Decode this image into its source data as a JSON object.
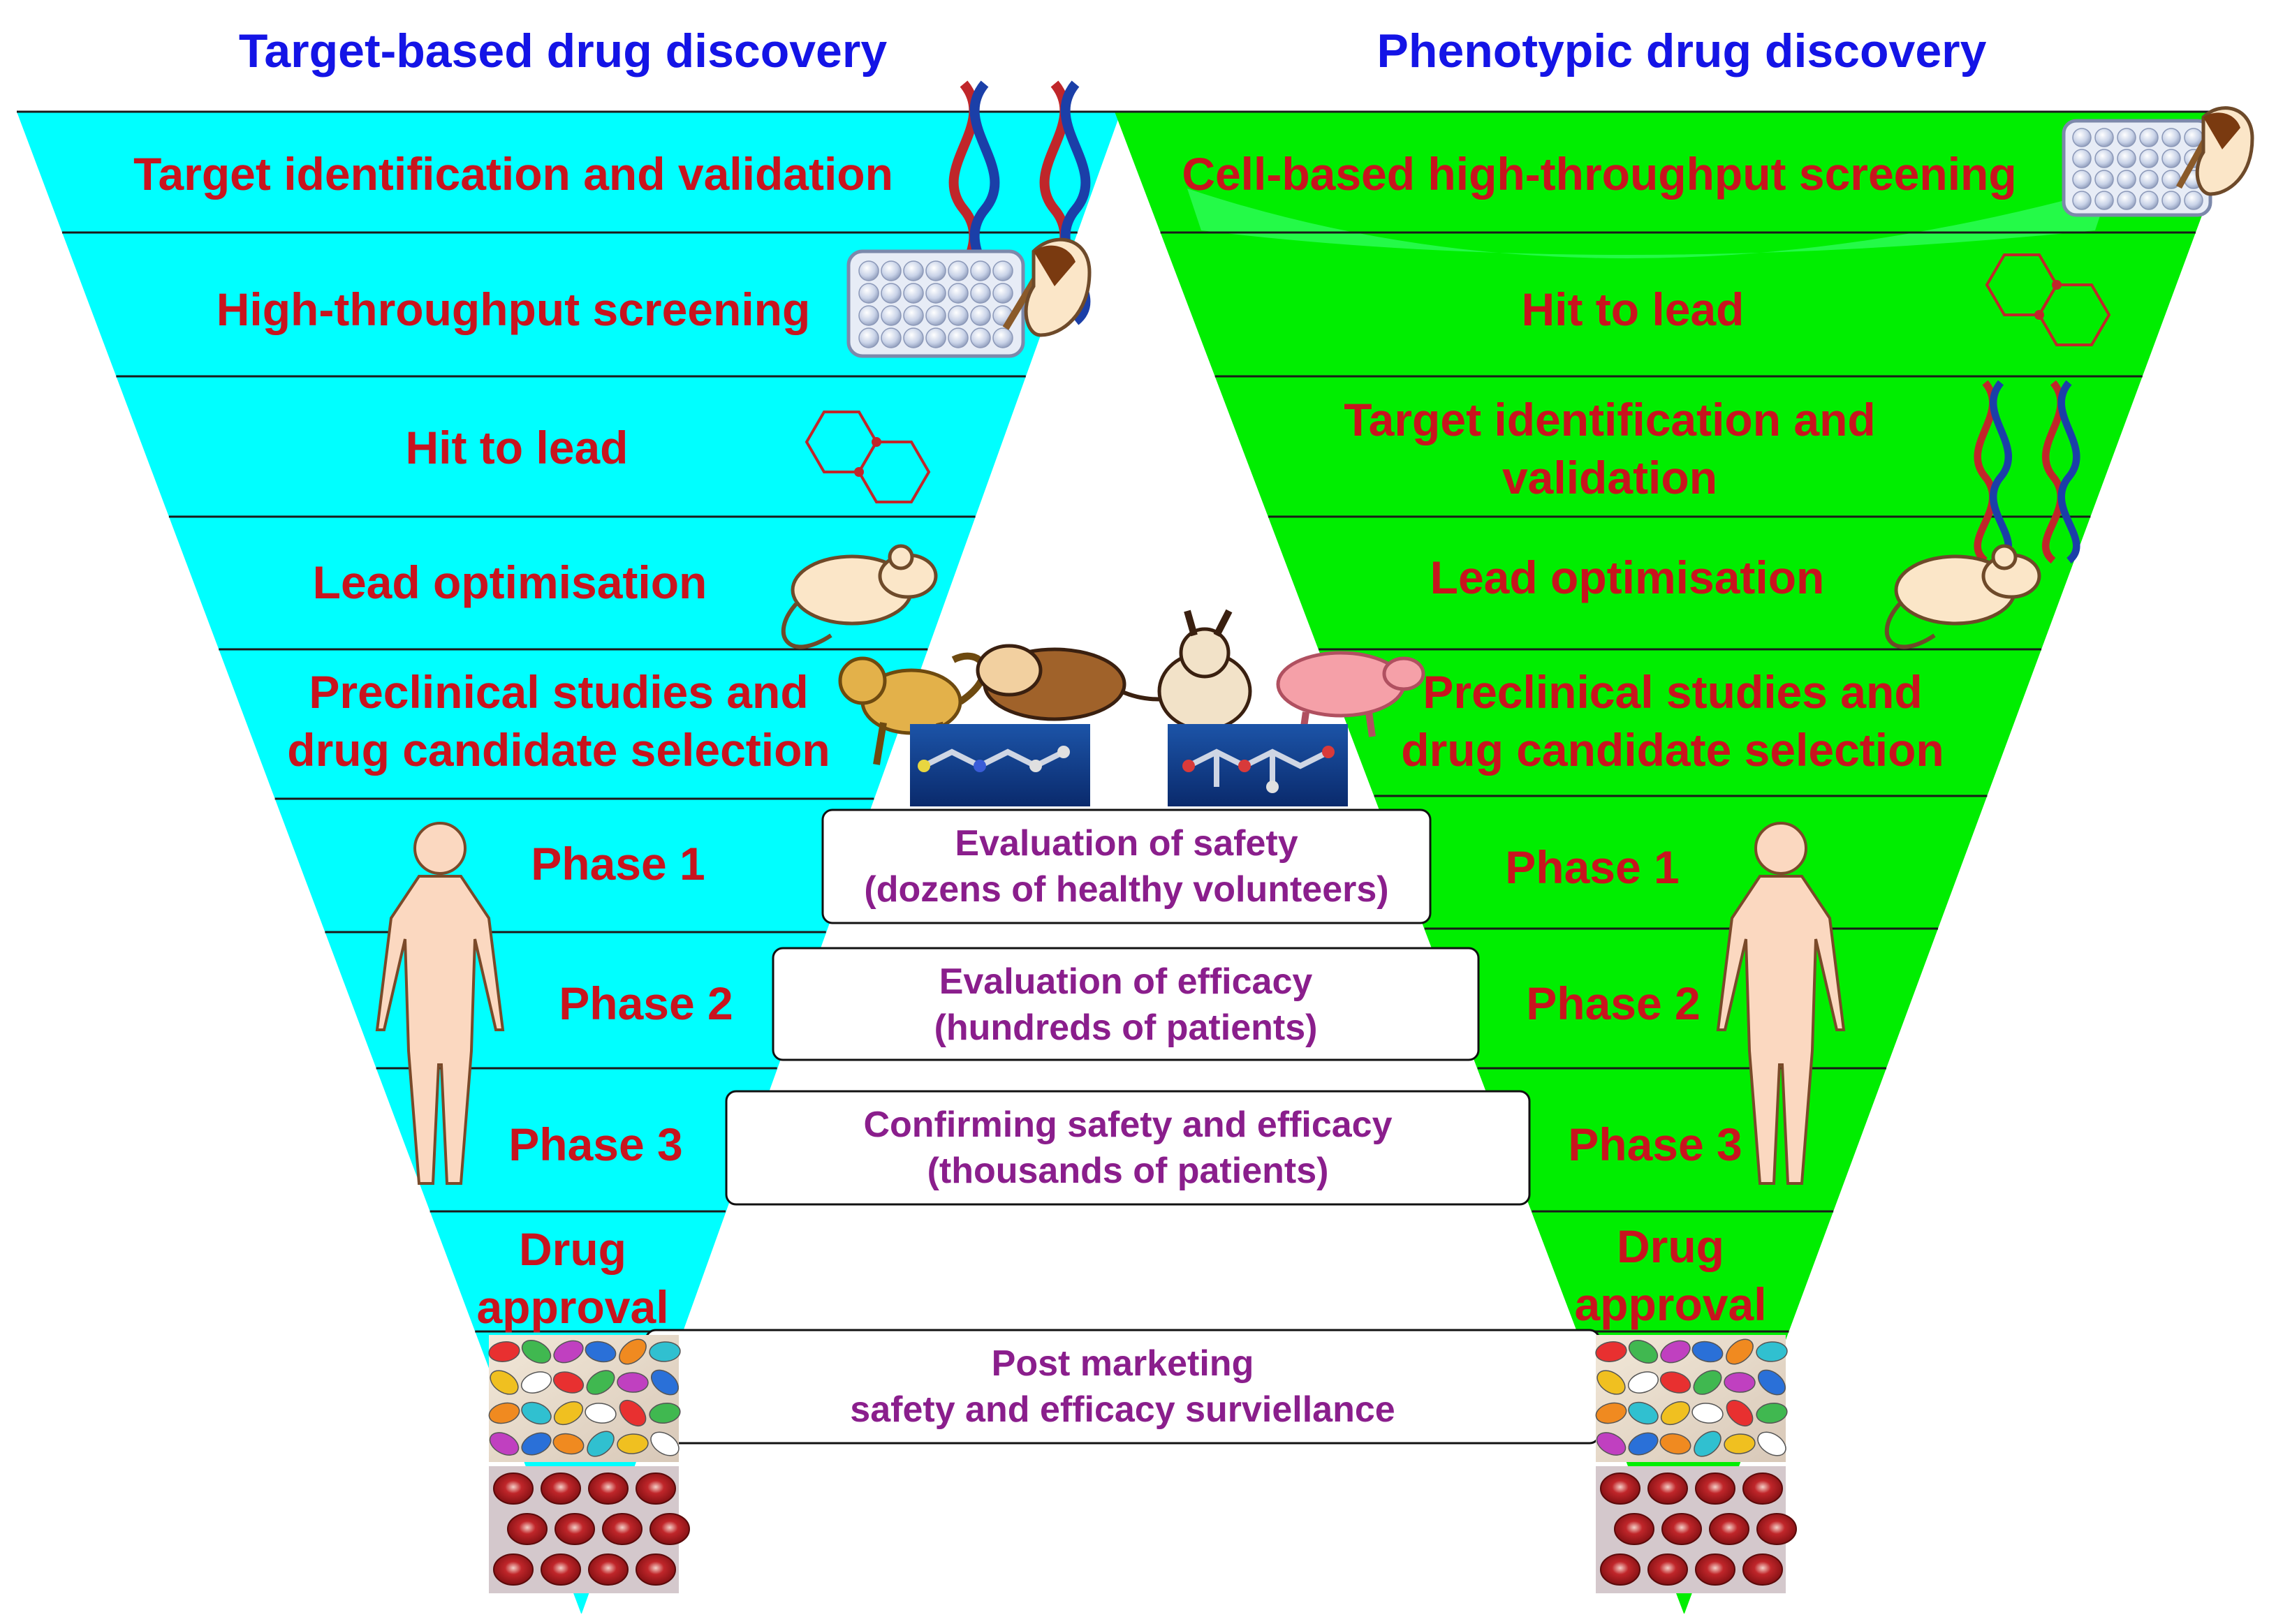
{
  "left": {
    "title": "Target-based drug discovery",
    "fill_color": "#00ffff",
    "stages": [
      [
        "Target identification and validation"
      ],
      [
        "High-throughput screening"
      ],
      [
        "Hit to lead"
      ],
      [
        "Lead optimisation"
      ],
      [
        "Preclinical studies and",
        "drug candidate selection"
      ],
      [
        "Phase 1"
      ],
      [
        "Phase 2"
      ],
      [
        "Phase 3"
      ],
      [
        "Drug",
        "approval"
      ]
    ]
  },
  "right": {
    "title": "Phenotypic drug discovery",
    "fill_color": "#00ee00",
    "stages": [
      [
        "Cell-based high-throughput screening"
      ],
      [
        "Hit to lead"
      ],
      [
        "Target identification and",
        "validation"
      ],
      [
        "Lead optimisation"
      ],
      [
        "Preclinical studies and",
        "drug candidate selection"
      ],
      [
        "Phase 1"
      ],
      [
        "Phase 2"
      ],
      [
        "Phase 3"
      ],
      [
        "Drug",
        "approval"
      ]
    ]
  },
  "middle": {
    "boxes": [
      [
        "Evaluation of safety",
        "(dozens of healthy volunteers)"
      ],
      [
        "Evaluation of efficacy",
        "(hundreds of patients)"
      ],
      [
        "Confirming safety and efficacy",
        "(thousands of patients)"
      ],
      [
        "Post marketing",
        "safety and efficacy surviellance"
      ]
    ]
  },
  "icons": {
    "left": [
      "dna-icon",
      "well-plate-icon",
      "hexagon-molecule-icon",
      "mouse-icon",
      "monkey-icon",
      "human-body-icon",
      "pills-icon",
      "blister-pack-icon"
    ],
    "right": [
      "well-plate-icon",
      "hexagon-molecule-icon",
      "dna-icon",
      "mouse-icon",
      "pig-icon",
      "human-body-icon",
      "pills-icon",
      "blister-pack-icon"
    ],
    "center": [
      "rat-icon",
      "rabbit-icon",
      "molecule-model-icon"
    ]
  },
  "colors": {
    "title": "#1414e6",
    "stage_text": "#c8141e",
    "middle_text": "#8a1e8c",
    "divider": "#1a1a1a"
  }
}
